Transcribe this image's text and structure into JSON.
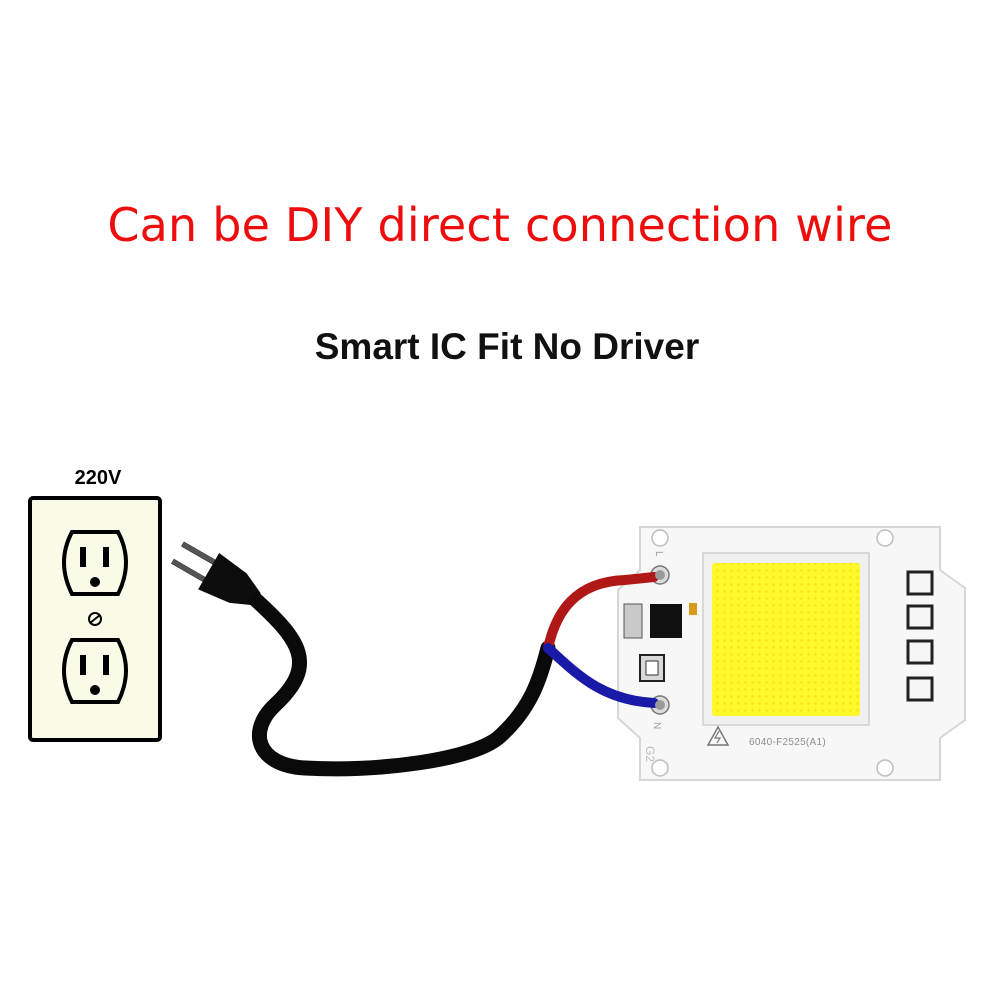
{
  "headline": {
    "text": "Can be DIY direct connection wire",
    "color": "#ee0d0d"
  },
  "subheadline": {
    "text": "Smart IC Fit No Driver"
  },
  "outlet": {
    "voltage_label": "220V",
    "icon": "us-duplex-outlet-icon",
    "faceplate_color": "#fafae8"
  },
  "plug": {
    "icon": "power-plug-icon"
  },
  "cable": {
    "main_color": "#0a0a0a",
    "live_color": "#b01818",
    "neutral_color": "#1a1aa8"
  },
  "led_module": {
    "icon": "cob-led-chip-icon",
    "model_text": "6040-F2525(A1)",
    "live_marking": "L",
    "neutral_marking": "N",
    "board_marking": "G2",
    "emitter_color": "#fff82a",
    "warning_icon": "high-voltage-warning-icon"
  }
}
